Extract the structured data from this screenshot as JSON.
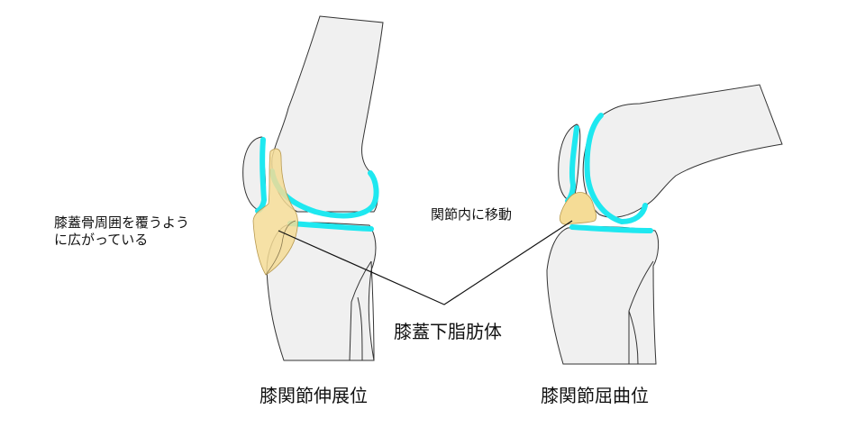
{
  "diagram": {
    "title": "膝蓋下脂肪体",
    "panels": [
      {
        "id": "extension",
        "caption": "膝関節伸展位",
        "annotation_lines": [
          "膝蓋骨周囲を覆うよう",
          "に広がっている"
        ]
      },
      {
        "id": "flexion",
        "caption": "膝関節屈曲位",
        "annotation_lines": [
          "関節内に移動"
        ]
      }
    ],
    "colors": {
      "bone_fill": "#f0f0f0",
      "bone_outline": "#333333",
      "cartilage": "#1ee8f0",
      "fat_pad": "#f5dc96",
      "leader_line": "#111111"
    }
  }
}
